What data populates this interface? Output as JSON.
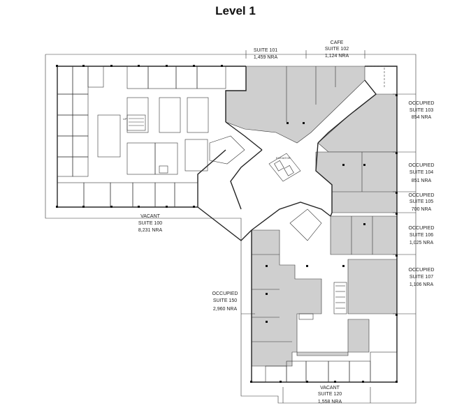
{
  "title": "Level 1",
  "suites": [
    {
      "status": "",
      "suite": "SUITE 101",
      "area": "1,459 NRA"
    },
    {
      "status": "CAFE",
      "suite": "SUITE 102",
      "area": "1,124 NRA"
    },
    {
      "status": "OCCUPIED",
      "suite": "SUITE 103",
      "area": "854 NRA"
    },
    {
      "status": "OCCUPIED",
      "suite": "SUITE 104",
      "area": "851 NRA"
    },
    {
      "status": "OCCUPIED",
      "suite": "SUITE 105",
      "area": "700 NRA"
    },
    {
      "status": "OCCUPIED",
      "suite": "SUITE 106",
      "area": "1,025 NRA"
    },
    {
      "status": "OCCUPIED",
      "suite": "SUITE 107",
      "area": "1,106 NRA"
    },
    {
      "status": "OCCUPIED",
      "suite": "SUITE 150",
      "area": "2,960 NRA"
    },
    {
      "status": "VACANT",
      "suite": "SUITE 100",
      "area": "8,231 NRA"
    },
    {
      "status": "VACANT",
      "suite": "SUITE 120",
      "area": "1,558 NRA"
    }
  ],
  "colors": {
    "occupied_fill": "#cfcfcf",
    "wall": "#222222"
  }
}
